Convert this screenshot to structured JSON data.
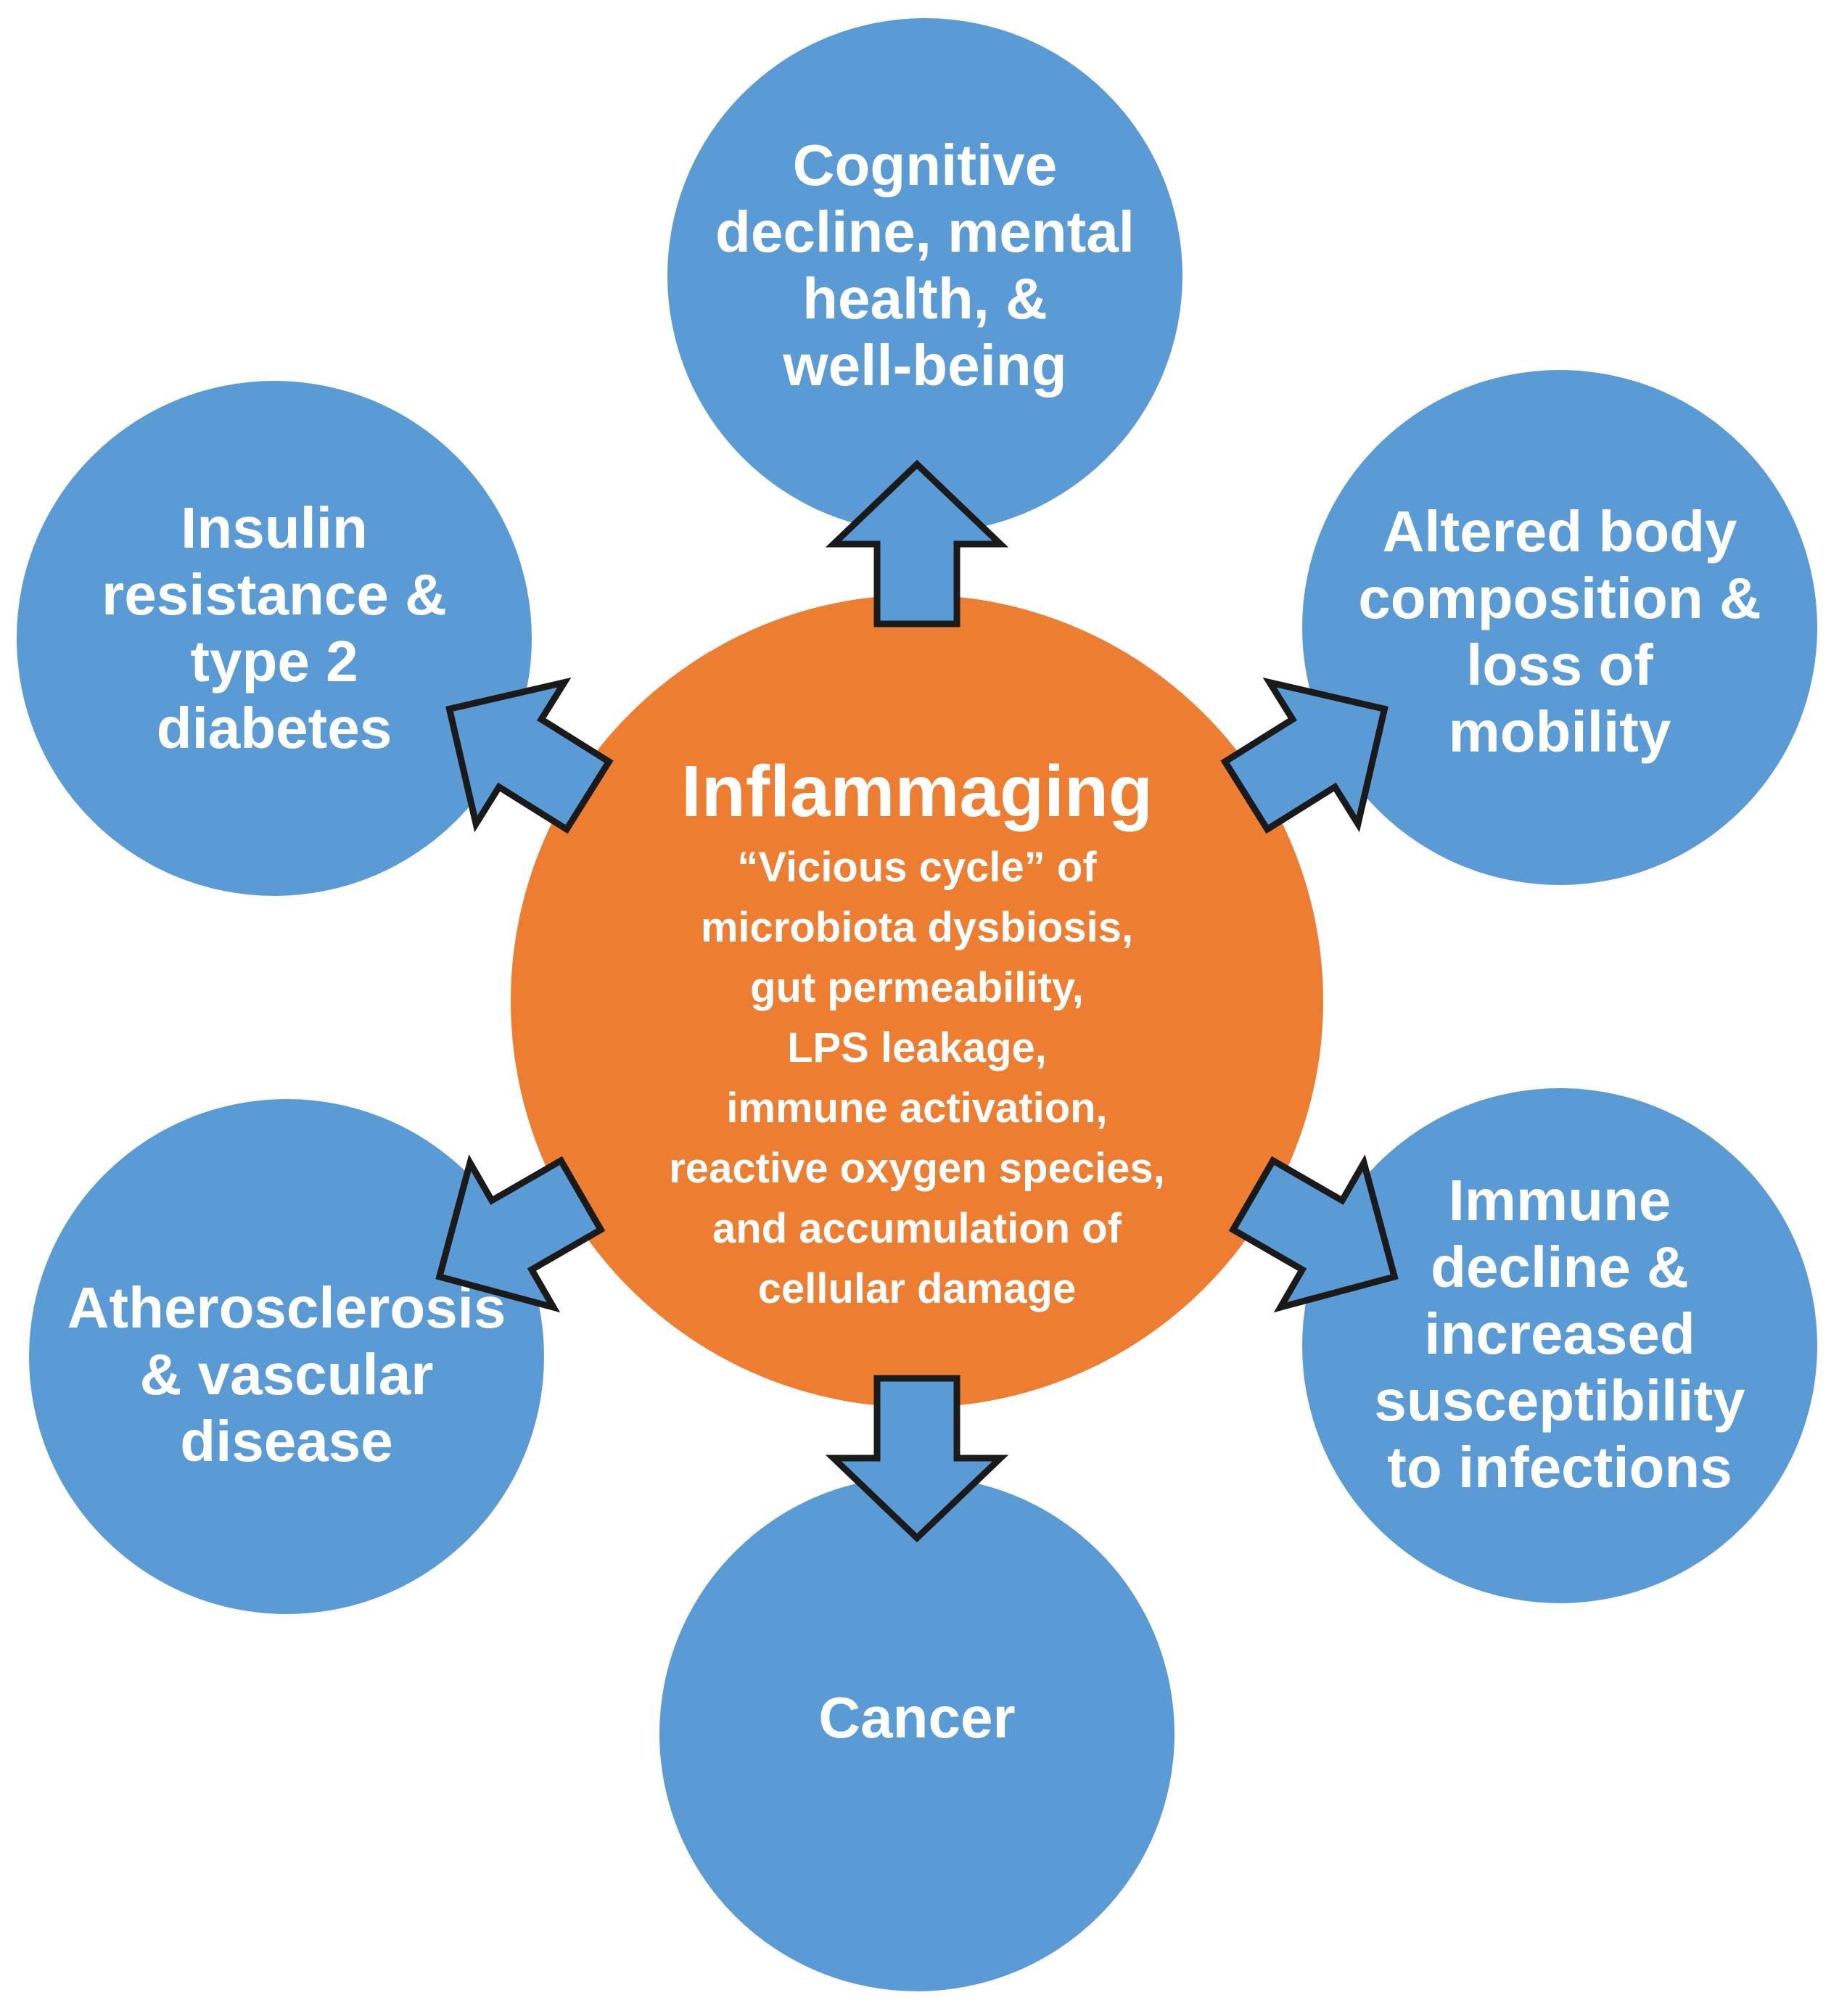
{
  "colors": {
    "outer_circle": "#5b9bd5",
    "center_circle": "#ed7d31",
    "arrow_fill": "#5b9bd5",
    "arrow_stroke": "#1a1a1a",
    "text": "#ffffff"
  },
  "center": {
    "title": "Inflammaging",
    "lines": [
      "“Vicious cycle” of",
      "microbiota dysbiosis,",
      "gut permeability,",
      "LPS leakage,",
      "immune activation,",
      "reactive oxygen species,",
      "and accumulation of",
      "cellular damage"
    ]
  },
  "outcomes": [
    {
      "id": "cognitive",
      "lines": [
        "Cognitive",
        "decline, mental",
        "health, &",
        "well-being"
      ]
    },
    {
      "id": "body-composition",
      "lines": [
        "Altered body",
        "composition &",
        "loss of",
        "mobility"
      ]
    },
    {
      "id": "immune",
      "lines": [
        "Immune",
        "decline &",
        "increased",
        "susceptibility",
        "to infections"
      ]
    },
    {
      "id": "cancer",
      "lines": [
        "Cancer"
      ]
    },
    {
      "id": "atherosclerosis",
      "lines": [
        "Atherosclerosis",
        "& vascular",
        "disease"
      ]
    },
    {
      "id": "insulin",
      "lines": [
        "Insulin",
        "resistance &",
        "type 2",
        "diabetes"
      ]
    }
  ]
}
